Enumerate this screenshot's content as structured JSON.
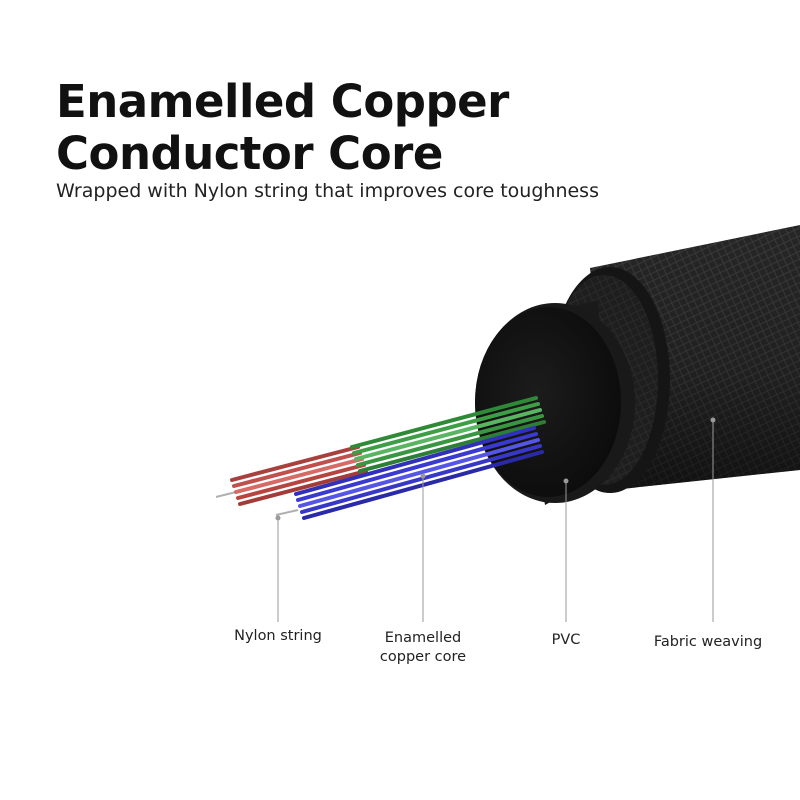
{
  "heading": {
    "title_line1": "Enamelled Copper",
    "title_line2": "Conductor Core",
    "subtitle": "Wrapped with Nylon string that improves core toughness"
  },
  "labels": {
    "nylon": "Nylon string",
    "copper_line1": "Enamelled",
    "copper_line2": "copper core",
    "pvc": "PVC",
    "fabric": "Fabric weaving"
  },
  "colors": {
    "red_wire": "#c0504d",
    "green_wire": "#3e9e46",
    "blue_wire": "#3a3ad0",
    "jacket": "#1f1f1f"
  }
}
